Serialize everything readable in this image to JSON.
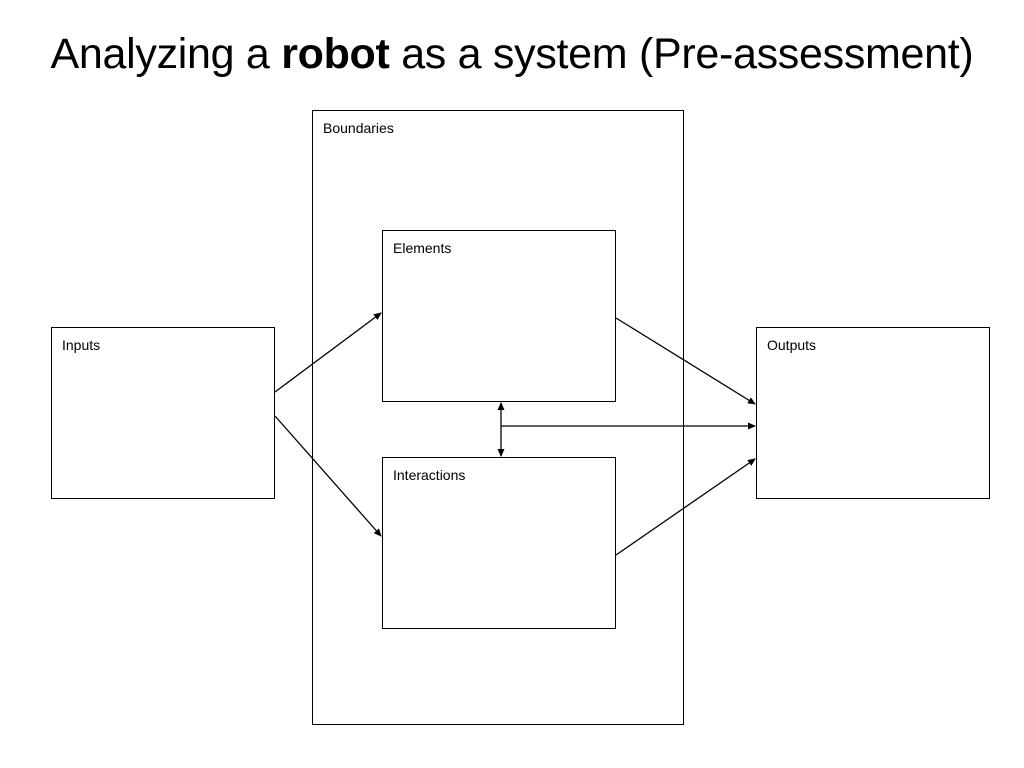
{
  "slide": {
    "title_prefix": "Analyzing a ",
    "title_bold": "robot",
    "title_suffix": " as a system (Pre-assessment)"
  },
  "diagram": {
    "boundaries_label": "Boundaries",
    "elements_label": "Elements",
    "interactions_label": "Interactions",
    "inputs_label": "Inputs",
    "outputs_label": "Outputs",
    "line_color": "#000000"
  }
}
